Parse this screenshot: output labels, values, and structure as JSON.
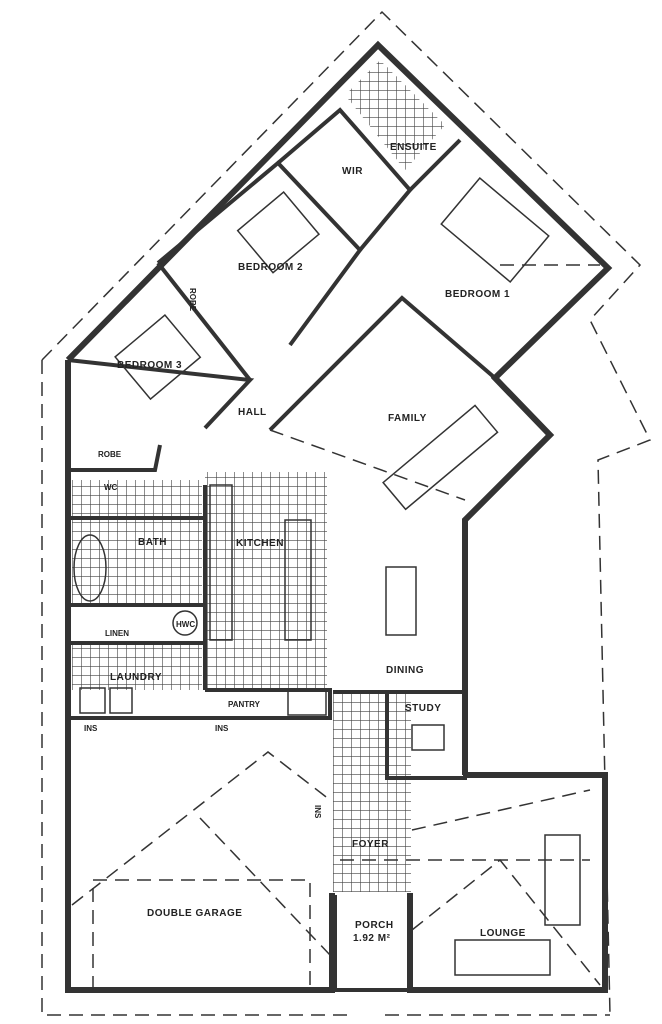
{
  "plan": {
    "rooms": {
      "ensuite": "ENSUITE",
      "wir": "WIR",
      "bedroom2": "BEDROOM 2",
      "bedroom1": "BEDROOM 1",
      "robe_bed2": "ROBE",
      "bedroom3": "BEDROOM 3",
      "hall": "HALL",
      "family": "FAMILY",
      "robe_bed3": "ROBE",
      "wc": "WC",
      "bath": "BATH",
      "kitchen": "KITCHEN",
      "linen": "LINEN",
      "hwc": "HWC",
      "laundry": "LAUNDRY",
      "pantry": "PANTRY",
      "dining": "DINING",
      "study": "STUDY",
      "double_garage": "DOUBLE GARAGE",
      "foyer": "FOYER",
      "porch": "PORCH",
      "porch_area": "1.92 M²",
      "lounge": "LOUNGE"
    },
    "ins_labels": [
      "INS",
      "INS",
      "INS"
    ]
  }
}
